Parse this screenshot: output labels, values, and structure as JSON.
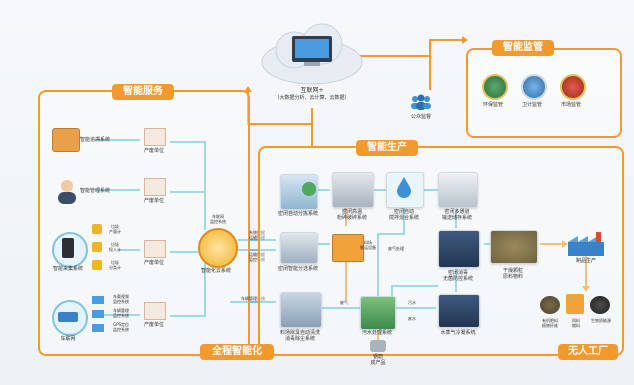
{
  "cloud": {
    "title": "互联网+",
    "subtitle": "（大数据分析、云计算、云数据）"
  },
  "public_supervision": "公众监督",
  "smart_supervision": {
    "title": "智能监管",
    "items": [
      "环保监管",
      "卫计监管",
      "市场监管"
    ]
  },
  "smart_service": {
    "title": "智能服务",
    "systems": [
      "智能追溯系统",
      "智能管理系统",
      "智能采集系统",
      "车联网"
    ],
    "units": [
      "产废单位",
      "产废单位",
      "产废单位",
      "产废单位"
    ],
    "phone_tags": [
      "垃圾\n产量计",
      "垃圾\n投入计",
      "垃圾\n分类计"
    ],
    "car_tags": [
      "车载视频\n监控系统",
      "车辆管理\n监控系统",
      "GPS定位\n监控系统"
    ],
    "center": "智能化云系统",
    "link_label_top": "车联网\n监控系统",
    "link_label_mid1": "系统数据\n运输管理",
    "link_label_mid2": "运输数据\n监控系统",
    "link_label_bottom": "车辆管理系统"
  },
  "smart_production": {
    "title": "智能生产",
    "modules": [
      "密闭自动分拣系统",
      "密闭高温\n粉碎破碎系统",
      "密闭自动\n搅拌混合系统",
      "密闭多通道\n输送储存系统",
      "密闭智能分选系统",
      "密闭消毒\n无菌防控系统",
      "料场\n搬运设备",
      "料场除臭自动清洗\n消毒除尘系统",
      "污水处理系统",
      "水蒸气冷凝系统"
    ],
    "mid_labels": [
      "废气处理",
      "废气",
      "污水",
      "废水"
    ],
    "pellet": "干燥颗粒\n原料物料",
    "product_out": "钢筋\n成产品",
    "factory": "制品生产",
    "products": [
      "有机肥料\n植物纤维",
      "饲料\n燃料",
      "生物质能源"
    ]
  },
  "footer_left": "全程智能化",
  "footer_right": "无人工厂"
}
